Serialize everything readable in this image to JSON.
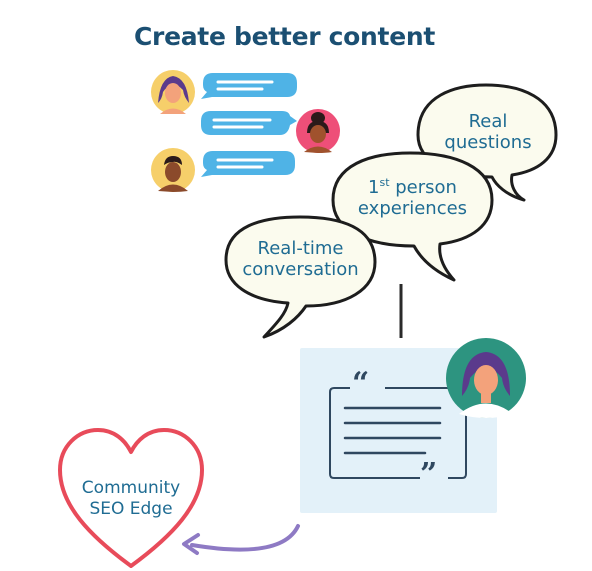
{
  "title": "Create better content",
  "bubbles": {
    "real_questions": {
      "line1": "Real",
      "line2": "questions"
    },
    "first_person": {
      "ordinal": "1",
      "ordinal_suffix": "st",
      "line1_rest": " person",
      "line2": "experiences"
    },
    "real_time": {
      "line1": "Real-time",
      "line2": "conversation"
    }
  },
  "heart": {
    "line1": "Community",
    "line2": "SEO Edge"
  },
  "quote_marks": {
    "open": "“",
    "close": "”"
  },
  "colors": {
    "title": "#1b4f72",
    "text_blue": "#1f6c93",
    "chat_blue": "#4fb3e6",
    "bubble_fill": "#fbfbee",
    "panel": "#e3f1f9",
    "heart": "#e84b5a",
    "arrow": "#8e7ac4",
    "avatar_yellow": "#f6cf6a",
    "avatar_pink": "#ee4f78",
    "avatar_teal": "#2d9480"
  },
  "icons": [
    "avatar-icon",
    "chat-bubble-icon",
    "quote-icon",
    "heart-icon",
    "arrow-icon"
  ]
}
